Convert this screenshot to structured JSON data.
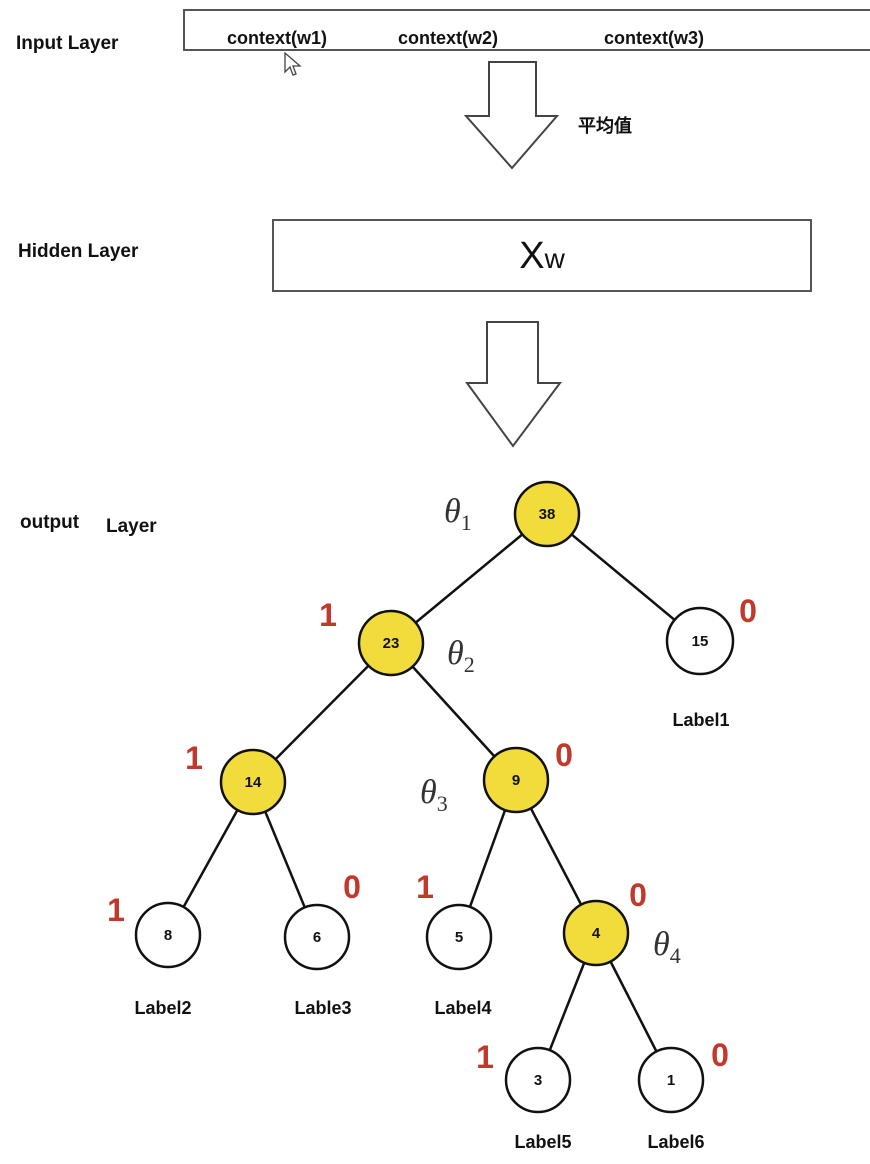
{
  "layers": {
    "input": "Input Layer",
    "hidden": "Hidden Layer",
    "output_word1": "output",
    "output_word2": "Layer"
  },
  "input_contexts": [
    "context(w1)",
    "context(w2)",
    "context(w3)"
  ],
  "average_label": "平均值",
  "hidden_value": {
    "main": "X",
    "sub": "w"
  },
  "tree": {
    "nodes": [
      {
        "id": "n38",
        "value": "38",
        "highlight": true
      },
      {
        "id": "n23",
        "value": "23",
        "highlight": true
      },
      {
        "id": "n15",
        "value": "15",
        "highlight": false
      },
      {
        "id": "n14",
        "value": "14",
        "highlight": true
      },
      {
        "id": "n9",
        "value": "9",
        "highlight": true
      },
      {
        "id": "n8",
        "value": "8",
        "highlight": false
      },
      {
        "id": "n6",
        "value": "6",
        "highlight": false
      },
      {
        "id": "n5",
        "value": "5",
        "highlight": false
      },
      {
        "id": "n4",
        "value": "4",
        "highlight": true
      },
      {
        "id": "n3",
        "value": "3",
        "highlight": false
      },
      {
        "id": "n1",
        "value": "1",
        "highlight": false
      }
    ],
    "edges": [
      {
        "from": "n38",
        "to": "n23",
        "code": "1"
      },
      {
        "from": "n38",
        "to": "n15",
        "code": "0"
      },
      {
        "from": "n23",
        "to": "n14",
        "code": "1"
      },
      {
        "from": "n23",
        "to": "n9",
        "code": "0"
      },
      {
        "from": "n14",
        "to": "n8",
        "code": "1"
      },
      {
        "from": "n14",
        "to": "n6",
        "code": "0"
      },
      {
        "from": "n9",
        "to": "n5",
        "code": "1"
      },
      {
        "from": "n9",
        "to": "n4",
        "code": "0"
      },
      {
        "from": "n4",
        "to": "n3",
        "code": "1"
      },
      {
        "from": "n4",
        "to": "n1",
        "code": "0"
      }
    ],
    "thetas": [
      {
        "node": "n38",
        "symbol": "θ",
        "sub": "1"
      },
      {
        "node": "n23",
        "symbol": "θ",
        "sub": "2"
      },
      {
        "node": "n9",
        "symbol": "θ",
        "sub": "3"
      },
      {
        "node": "n4",
        "symbol": "θ",
        "sub": "4"
      }
    ],
    "leaf_labels": [
      {
        "node": "n15",
        "text": "Label1"
      },
      {
        "node": "n8",
        "text": "Label2"
      },
      {
        "node": "n6",
        "text": "Lable3"
      },
      {
        "node": "n5",
        "text": "Label4"
      },
      {
        "node": "n3",
        "text": "Label5"
      },
      {
        "node": "n1",
        "text": "Label6"
      }
    ]
  },
  "colors": {
    "highlight": "#f2dc3c",
    "node_plain": "#ffffff",
    "edge_code": "#c0392b",
    "stroke": "#111111"
  }
}
